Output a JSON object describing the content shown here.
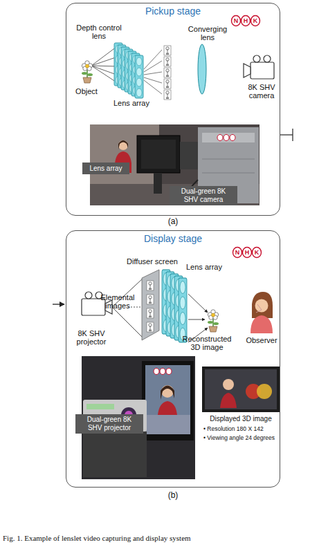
{
  "diagram": {
    "caption": "Fig. 1. Example of lenslet video capturing and display system",
    "nodes": [
      {
        "text": [
          "Pickup stage"
        ]
      },
      {
        "text": [
          "Lens array"
        ],
        "in": 0
      },
      {
        "text": [
          "Dual-green 8K SHV camera"
        ],
        "in": 0
      },
      {
        "text": [
          "Display stage"
        ]
      },
      {
        "text": [
          "Dual-green 8K SHV projector"
        ],
        "in": 3
      }
    ],
    "labels": [
      "N",
      "H",
      "K",
      "Depth control lens",
      "Converging lens",
      "Object",
      "Lens array",
      "8K SHV camera",
      "(a)",
      "N",
      "H",
      "K",
      "Diffuser screen",
      "Elemental images",
      "Lens array",
      "8K SHV projector",
      "Reconstructed 3D image",
      "Observer",
      "Displayed 3D image",
      "• Resolution 180 X 142",
      "• Viewing angle 24 degrees",
      "(b)"
    ]
  }
}
